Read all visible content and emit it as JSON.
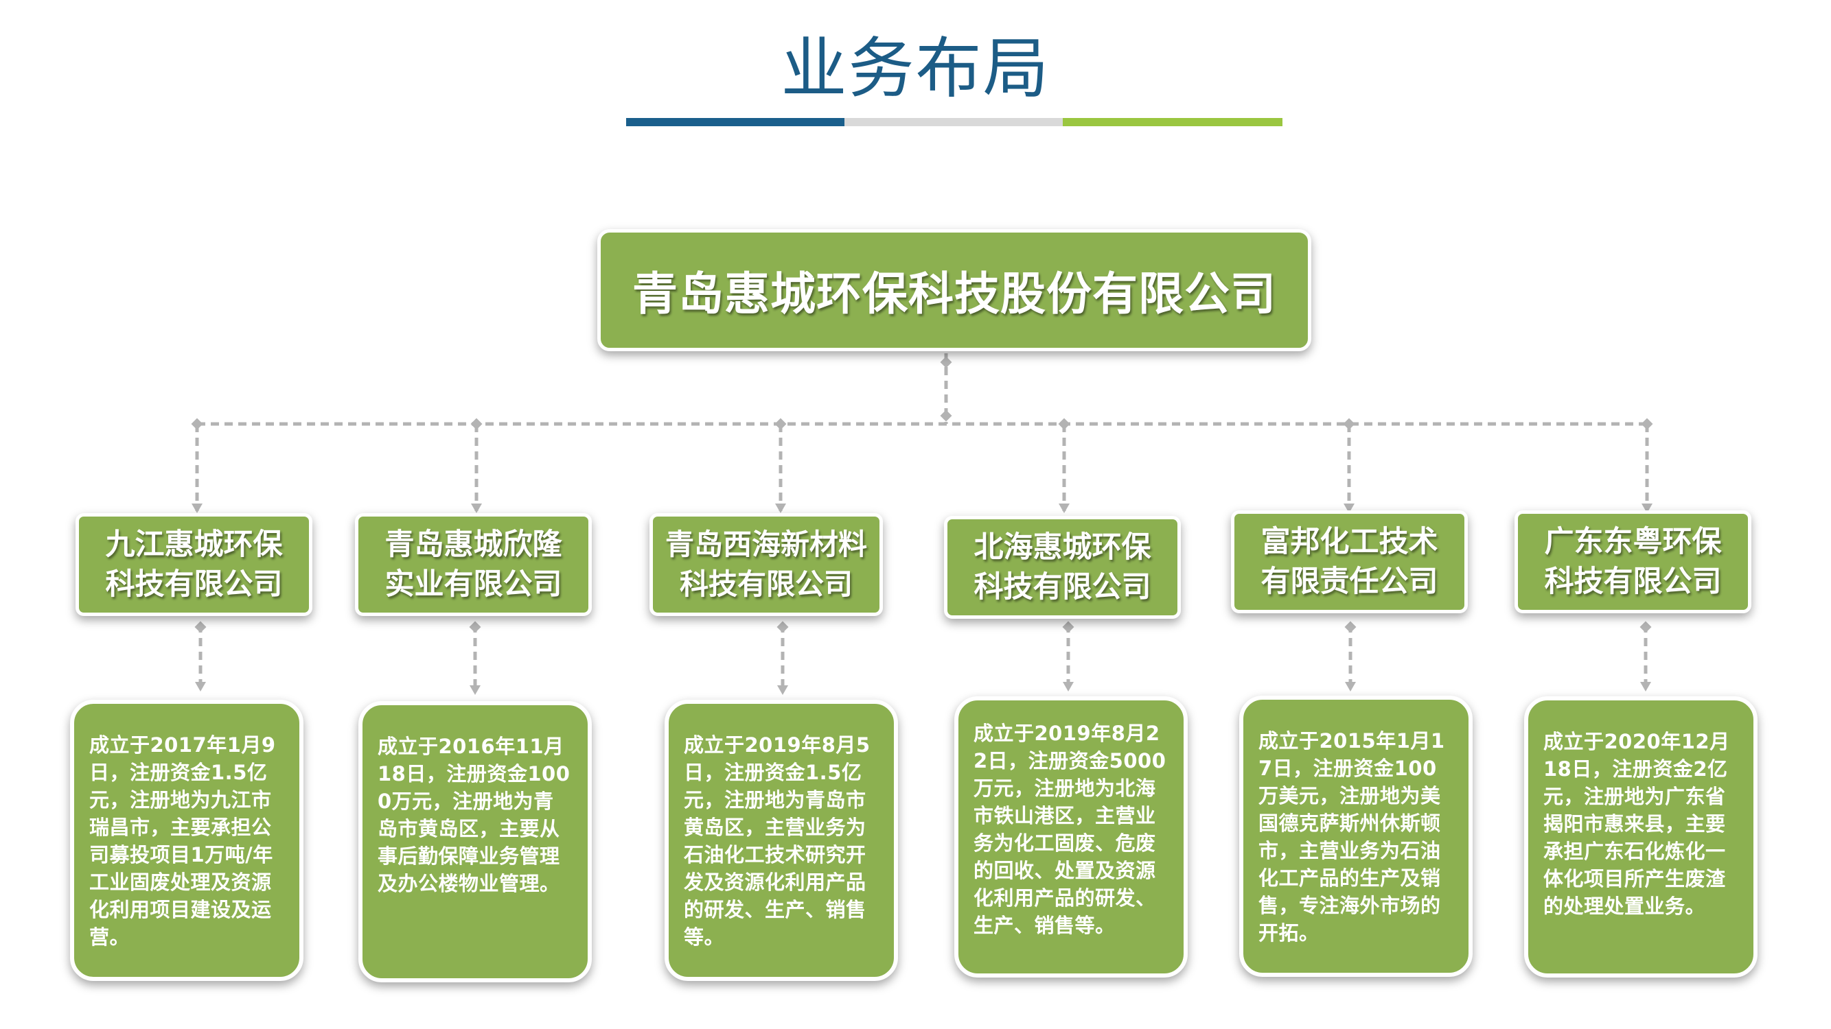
{
  "title": "业务布局",
  "colors": {
    "title": "#1c5c86",
    "box_fill": "#8cb050",
    "bar_blue": "#1a5f8c",
    "bar_gray": "#d9d9d9",
    "bar_green": "#9ac640",
    "connector": "#b3b3b3"
  },
  "root": {
    "name": "青岛惠城环保科技股份有限公司"
  },
  "subsidiaries": [
    {
      "name_line1": "九江惠城环保",
      "name_line2": "科技有限公司",
      "description": "成立于2017年1月9日，注册资金1.5亿元，注册地为九江市瑞昌市，主要承担公司募投项目1万吨/年工业固废处理及资源化利用项目建设及运营。"
    },
    {
      "name_line1": "青岛惠城欣隆",
      "name_line2": "实业有限公司",
      "description": "成立于2016年11月18日，注册资金1000万元，注册地为青岛市黄岛区，主要从事后勤保障业务管理及办公楼物业管理。"
    },
    {
      "name_line1": "青岛西海新材料",
      "name_line2": "科技有限公司",
      "description": "成立于2019年8月5日，注册资金1.5亿元，注册地为青岛市黄岛区，主营业务为石油化工技术研究开发及资源化利用产品的研发、生产、销售等。"
    },
    {
      "name_line1": "北海惠城环保",
      "name_line2": "科技有限公司",
      "description": "成立于2019年8月22日，注册资金5000万元，注册地为北海市铁山港区，主营业务为化工固废、危废的回收、处置及资源化利用产品的研发、生产、销售等。"
    },
    {
      "name_line1": "富邦化工技术",
      "name_line2": "有限责任公司",
      "description": "成立于2015年1月17日，注册资金100万美元，注册地为美国德克萨斯州休斯顿市，主营业务为石油化工产品的生产及销售，专注海外市场的开拓。"
    },
    {
      "name_line1": "广东东粤环保",
      "name_line2": "科技有限公司",
      "description": "成立于2020年12月18日，注册资金2亿元，注册地为广东省揭阳市惠来县，主要承担广东石化炼化一体化项目所产生废渣的处理处置业务。"
    }
  ]
}
